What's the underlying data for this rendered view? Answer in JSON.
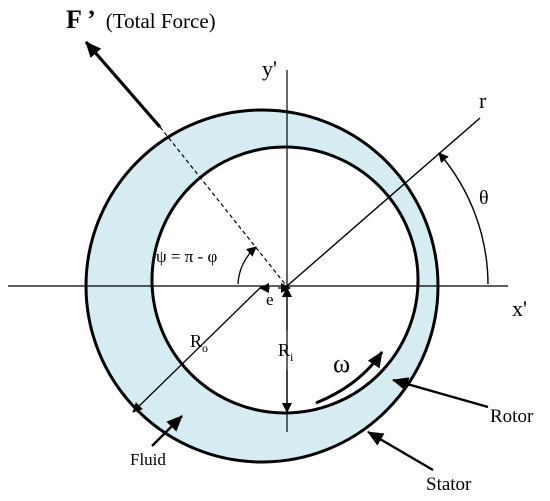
{
  "title": {
    "main": "F ’",
    "paren": "(Total Force)"
  },
  "axes": {
    "x": "x'",
    "y": "y'",
    "r": "r"
  },
  "angles": {
    "theta": "θ",
    "psi": "ψ = π - φ"
  },
  "eccentricity": "e",
  "radii": {
    "outer": {
      "symbol": "R",
      "sub": "o"
    },
    "inner": {
      "symbol": "R",
      "sub": "i"
    }
  },
  "omega": "ω",
  "parts": {
    "rotor": "Rotor",
    "stator": "Stator",
    "fluid": "Fluid"
  },
  "colors": {
    "fluid": "#d6ecf3",
    "ink": "#000000"
  }
}
